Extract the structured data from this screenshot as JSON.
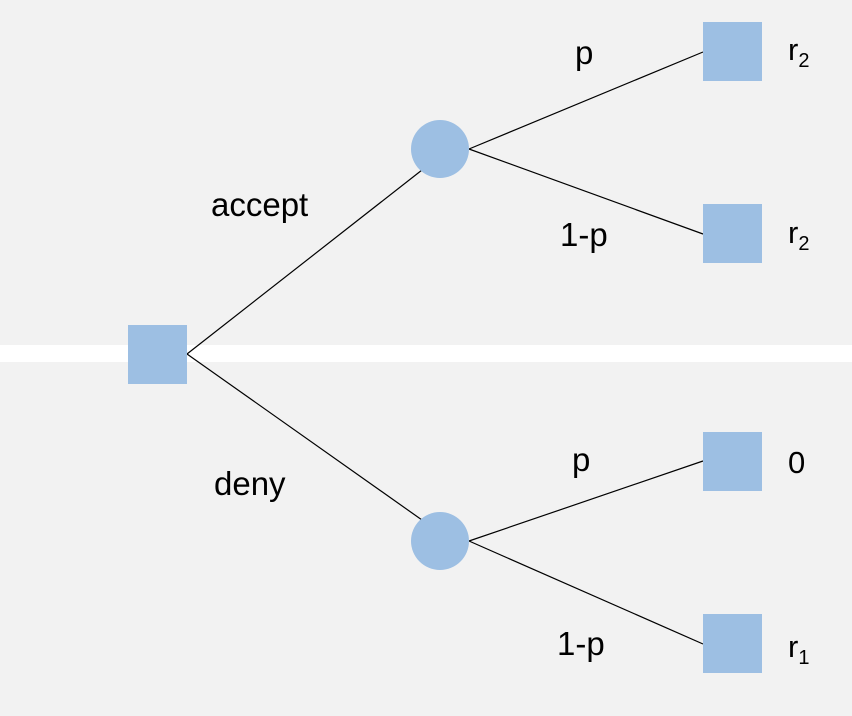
{
  "colors": {
    "background": "#f2f2f2",
    "node_fill": "#9dbfe3",
    "separator": "#ffffff",
    "edge": "#000000"
  },
  "root": {
    "shape": "square"
  },
  "branches": {
    "accept": {
      "label": "accept",
      "chance_node": {
        "shape": "circle"
      },
      "outcomes": [
        {
          "prob": "p",
          "payoff_base": "r",
          "payoff_sub": "2"
        },
        {
          "prob": "1-p",
          "payoff_base": "r",
          "payoff_sub": "2"
        }
      ]
    },
    "deny": {
      "label": "deny",
      "chance_node": {
        "shape": "circle"
      },
      "outcomes": [
        {
          "prob": "p",
          "payoff_base": "0",
          "payoff_sub": ""
        },
        {
          "prob": "1-p",
          "payoff_base": "r",
          "payoff_sub": "1"
        }
      ]
    }
  }
}
